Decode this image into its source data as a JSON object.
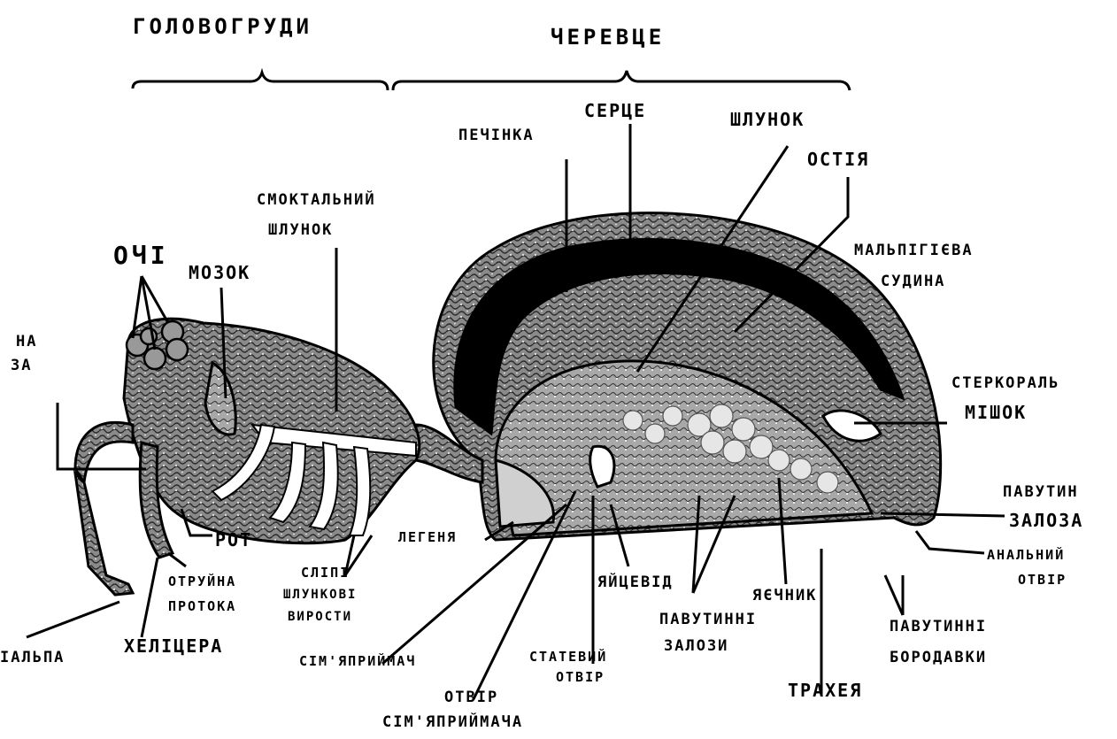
{
  "diagram": {
    "sections": {
      "cephalothorax": "ГОЛОВОГРУДИ",
      "abdomen": "ЧЕРЕВЦЕ"
    },
    "labels": {
      "eyes": "ОЧІ",
      "brain": "МОЗОК",
      "sucking_stomach_1": "СМОКТАЛЬНИЙ",
      "sucking_stomach_2": "ШЛУНОК",
      "liver": "ПЕЧІНКА",
      "heart": "СЕРЦЕ",
      "stomach": "ШЛУНОК",
      "ostia": "ОСТІЯ",
      "malpighian_1": "МАЛЬПІГІЄВА",
      "malpighian_2": "СУДИНА",
      "stercoral_1": "СТЕРКОРАЛЬ",
      "stercoral_2": "МІШОК",
      "spider_gland_1": "ПАВУТИН",
      "spider_gland_2": "ЗАЛОЗА",
      "anus_1": "АНАЛЬНИЙ",
      "anus_2": "ОТВІР",
      "spinnerets_1": "ПАВУТИННІ",
      "spinnerets_2": "БОРОДАВКИ",
      "trachea": "ТРАХЕЯ",
      "ovary": "ЯЄЧНИК",
      "silk_glands_1": "ПАВУТИННІ",
      "silk_glands_2": "ЗАЛОЗИ",
      "oviduct": "ЯЙЦЕВІД",
      "genital_opening_1": "СТАТЕВИЙ",
      "genital_opening_2": "ОТВІР",
      "receptacle_opening_1": "ОТВІР",
      "receptacle_opening_2": "СІМ'ЯПРИЙМАЧА",
      "receptacle": "СІМ'ЯПРИЙМАЧ",
      "lung": "ЛЕГЕНЯ",
      "caeca_1": "СЛІПІ",
      "caeca_2": "ШЛУНКОВІ",
      "caeca_3": "ВИРОСТИ",
      "mouth": "РОТ",
      "venom_duct_1": "ОТРУЙНА",
      "venom_duct_2": "ПРОТОКА",
      "chelicera": "ХЕЛІЦЕРА",
      "palp": "ІАЛЬПА",
      "naza_1": "НА",
      "naza_2": "ЗА"
    }
  }
}
